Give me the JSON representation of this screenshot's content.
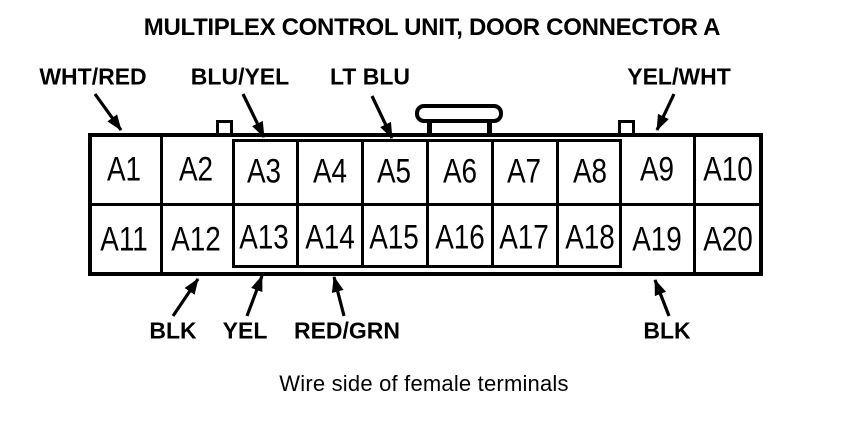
{
  "title": "MULTIPLEX CONTROL UNIT, DOOR CONNECTOR A",
  "caption": "Wire side of female terminals",
  "connector": {
    "rows": 2,
    "columns": 10,
    "pins": [
      "A1",
      "A2",
      "A3",
      "A4",
      "A5",
      "A6",
      "A7",
      "A8",
      "A9",
      "A10",
      "A11",
      "A12",
      "A13",
      "A14",
      "A15",
      "A16",
      "A17",
      "A18",
      "A19",
      "A20"
    ]
  },
  "wire_labels": {
    "top": [
      {
        "label": "WHT/RED",
        "pin": "A1"
      },
      {
        "label": "BLU/YEL",
        "pin": "A3"
      },
      {
        "label": "LT BLU",
        "pin": "A5"
      },
      {
        "label": "YEL/WHT",
        "pin": "A9"
      }
    ],
    "bottom": [
      {
        "label": "BLK",
        "pin": "A12"
      },
      {
        "label": "YEL",
        "pin": "A13"
      },
      {
        "label": "RED/GRN",
        "pin": "A14"
      },
      {
        "label": "BLK",
        "pin": "A19"
      }
    ]
  },
  "colors": {
    "ink": "#000000",
    "background": "#ffffff"
  }
}
